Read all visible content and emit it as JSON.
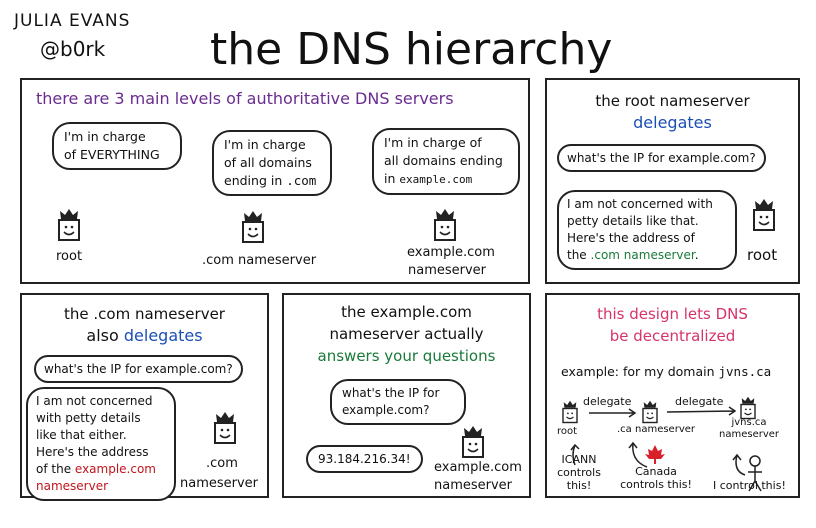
{
  "author": {
    "name": "JULIA EVANS",
    "handle": "@b0rk"
  },
  "title": "the DNS hierarchy",
  "panel1": {
    "heading": "there are 3 main levels of authoritative DNS servers",
    "root_says": [
      "I'm in charge",
      "of EVERYTHING"
    ],
    "root_label": "root",
    "com_says": [
      "I'm in charge",
      "of all domains",
      "ending in"
    ],
    "com_tld": ".com",
    "com_label": ".com nameserver",
    "ex_says": [
      "I'm in charge of",
      "all domains ending",
      "in"
    ],
    "ex_domain": "example.com",
    "ex_label": [
      "example.com",
      "nameserver"
    ]
  },
  "panel2": {
    "heading": "the root nameserver",
    "heading_em": "delegates",
    "question": "what's the IP for example.com?",
    "answer": [
      "I am not concerned with",
      "petty details like that.",
      "Here's the address of",
      "the"
    ],
    "answer_em": ".com nameserver",
    "answer_end": ".",
    "label": "root"
  },
  "panel3": {
    "heading": "the .com nameserver",
    "heading_pre": "also",
    "heading_em": "delegates",
    "question": "what's the IP for example.com?",
    "answer": [
      "I am not concerned",
      "with petty details",
      "like that either.",
      "Here's the address",
      "of the"
    ],
    "answer_em1": "example.com",
    "answer_em2": "nameserver",
    "label": [
      ".com",
      "nameserver"
    ]
  },
  "panel4": {
    "heading": [
      "the example.com",
      "nameserver actually"
    ],
    "heading_em": "answers your questions",
    "question": [
      "what's the IP for",
      "example.com?"
    ],
    "answer": "93.184.216.34!",
    "label": [
      "example.com",
      "nameserver"
    ]
  },
  "panel5": {
    "heading": [
      "this design lets DNS",
      "be decentralized"
    ],
    "example": "example: for my domain",
    "domain": "jvns.ca",
    "delegate1": "delegate",
    "delegate2": "delegate",
    "root": "root",
    "ca": ".ca nameserver",
    "jvns": [
      "jvns.ca",
      "nameserver"
    ],
    "icann": [
      "ICANN",
      "controls",
      "this!"
    ],
    "canada": [
      "Canada",
      "controls this!"
    ],
    "me": "I control this!"
  },
  "colors": {
    "purple": "#6a2c91",
    "blue": "#1a4fb5",
    "green": "#1a7a3a",
    "red": "#c0161d",
    "pink": "#d6336c"
  }
}
